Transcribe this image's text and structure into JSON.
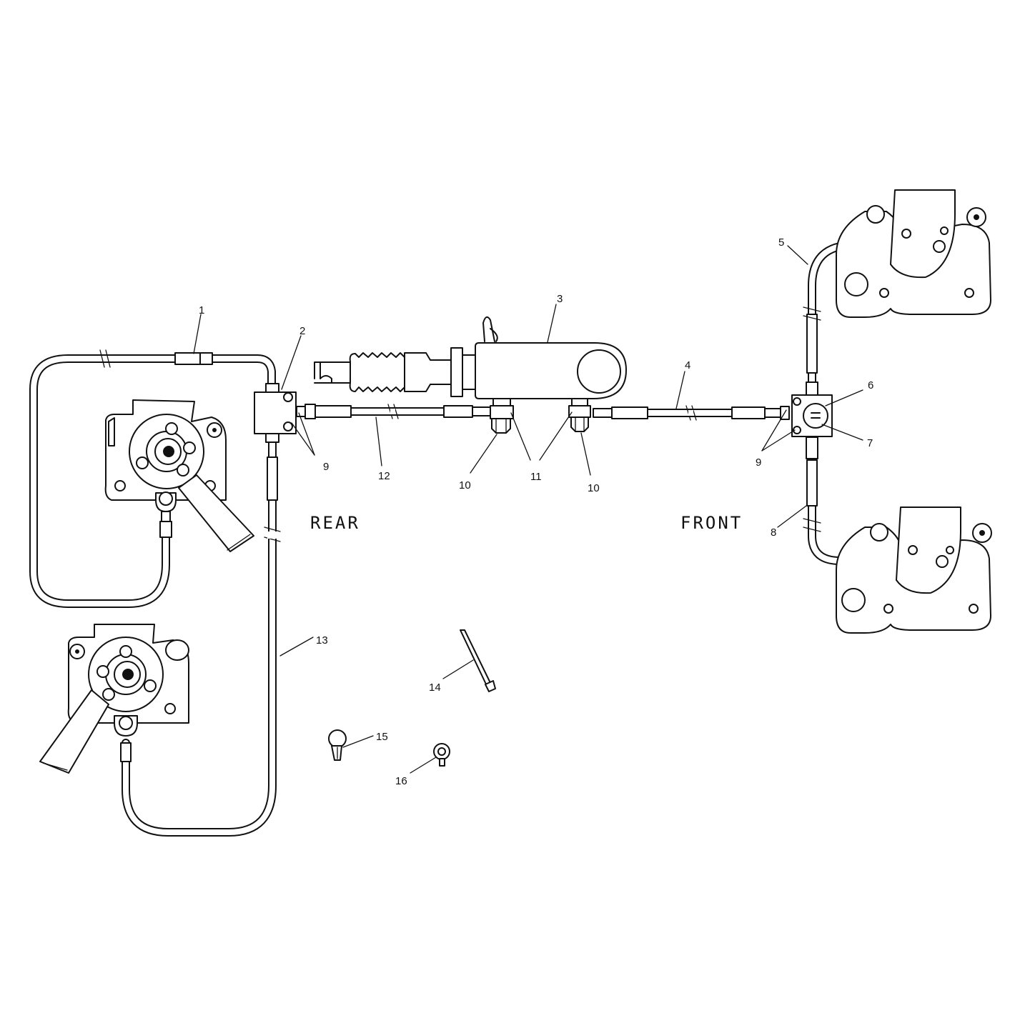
{
  "sections": {
    "rear": "REAR",
    "front": "FRONT"
  },
  "callouts": {
    "c1": "1",
    "c2": "2",
    "c3": "3",
    "c4": "4",
    "c5": "5",
    "c6": "6",
    "c7": "7",
    "c8": "8",
    "c9a": "9",
    "c9b": "9",
    "c10a": "10",
    "c10b": "10",
    "c11": "11",
    "c12": "12",
    "c13": "13",
    "c14": "14",
    "c15": "15",
    "c16": "16"
  }
}
